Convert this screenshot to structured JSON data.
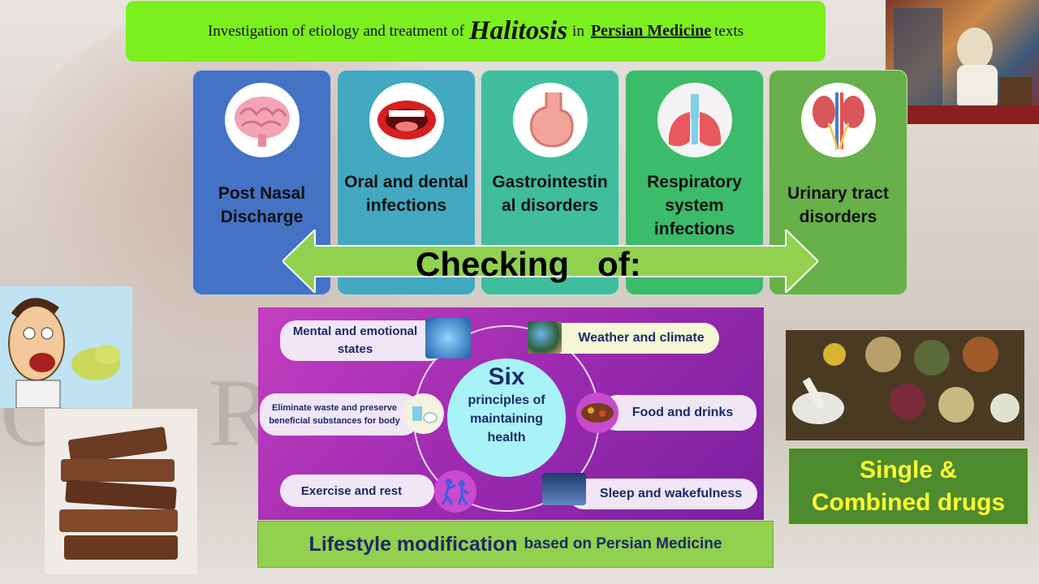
{
  "title": {
    "prefix": "Investigation of etiology  and treatment of",
    "emphasis": "Halitosis",
    "middle": "in",
    "underlined": "Persian Medicine",
    "suffix": "texts"
  },
  "categories": [
    {
      "label": "Post Nasal Discharge",
      "icon": "brain-icon",
      "color": "#4472c4"
    },
    {
      "label": "Oral and dental infections",
      "icon": "mouth-icon",
      "color": "#42a9c0"
    },
    {
      "label": "Gastrointestinal disorders",
      "icon": "stomach-icon",
      "color": "#3fbd9c"
    },
    {
      "label": "Respiratory system infections",
      "icon": "lungs-icon",
      "color": "#3cbb6a"
    },
    {
      "label": "Urinary tract disorders",
      "icon": "kidney-icon",
      "color": "#67b04a"
    }
  ],
  "checking_label": "Checking   of:",
  "six_principles": {
    "center": {
      "big": "Six",
      "small": "principles of maintaining health"
    },
    "items": [
      {
        "label": "Mental and emotional states",
        "icon": "globe-network-icon"
      },
      {
        "label": "Weather and climate",
        "icon": "earth-hand-icon"
      },
      {
        "label": "Eliminate waste and preserve beneficial substances for body",
        "icon": "bathroom-icon"
      },
      {
        "label": "Food and drinks",
        "icon": "food-icon"
      },
      {
        "label": "Exercise and rest",
        "icon": "people-exercise-icon"
      },
      {
        "label": "Sleep and wakefulness",
        "icon": "sleeping-icon"
      }
    ]
  },
  "lifestyle": {
    "bold": "Lifestyle modification",
    "rest": "based on Persian Medicine"
  },
  "drugs": {
    "line1": "Single &",
    "line2": "Combined drugs"
  },
  "colors": {
    "title_bg": "#7cf01e",
    "arrow": "#92d050",
    "panel": "#a02cb2",
    "drugs_text": "#ffff33"
  }
}
